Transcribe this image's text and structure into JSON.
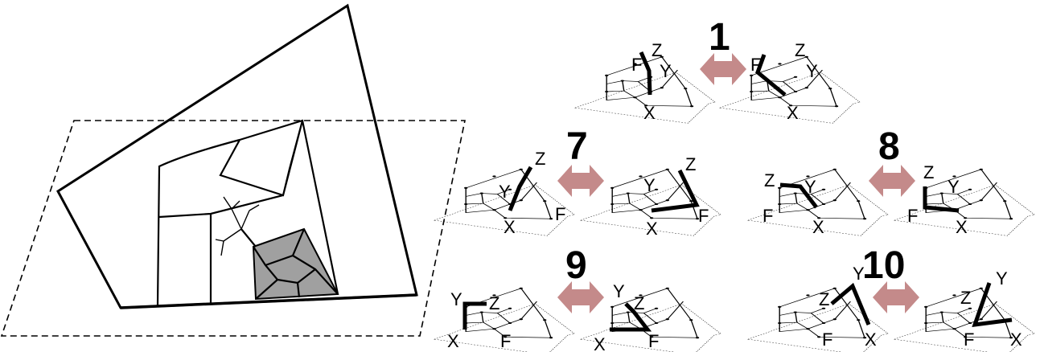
{
  "figure": {
    "panels": [
      {
        "number": "1",
        "left": {
          "X": "X",
          "Y": "Y",
          "Z": "Z",
          "F": "F"
        },
        "right": {
          "X": "X",
          "Y": "Y",
          "Z": "Z",
          "F": "F"
        }
      },
      {
        "number": "7",
        "left": {
          "X": "X",
          "Y": "Y",
          "Z": "Z",
          "F": "F"
        },
        "right": {
          "X": "X",
          "Y": "Y",
          "Z": "Z",
          "F": "F"
        }
      },
      {
        "number": "8",
        "left": {
          "X": "X",
          "Y": "Y",
          "Z": "Z",
          "F": "F"
        },
        "right": {
          "X": "X",
          "Y": "Y",
          "Z": "Z",
          "F": "F"
        }
      },
      {
        "number": "9",
        "left": {
          "X": "X",
          "Y": "Y",
          "Z": "Z",
          "F": "F"
        },
        "right": {
          "X": "X",
          "Y": "Y",
          "Z": "Z",
          "F": "F"
        }
      },
      {
        "number": "10",
        "left": {
          "X": "X",
          "Y": "Y",
          "Z": "Z",
          "F": "F"
        },
        "right": {
          "X": "X",
          "Y": "Y",
          "Z": "Z",
          "F": "F"
        }
      }
    ],
    "colors": {
      "arrow": "#c48a8a",
      "highlight_region": "#a0a0a0",
      "line": "#000000"
    }
  }
}
